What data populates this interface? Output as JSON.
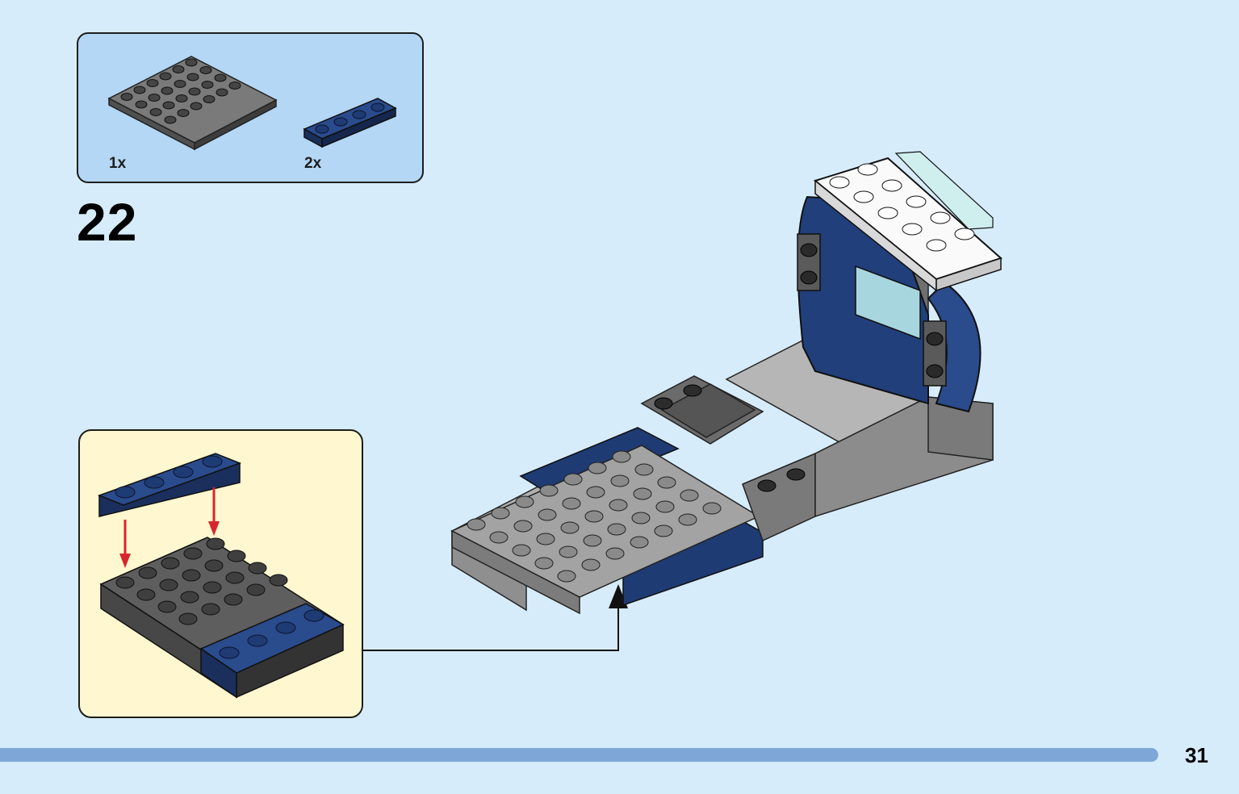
{
  "step": {
    "number": "22"
  },
  "parts": [
    {
      "quantity": "1x",
      "name": "dark-gray-plate-4x6",
      "color": "#6b6b6b"
    },
    {
      "quantity": "2x",
      "name": "dark-blue-plate-1x4",
      "color": "#1f3b73"
    }
  ],
  "page": {
    "number": "31",
    "progress": 0.935
  },
  "colors": {
    "background": "#d7ecfb",
    "parts_box": "#b3d7f5",
    "submodel_box": "#fff7cf",
    "progress": "#7ea7d8",
    "arrow_red": "#d7262e",
    "dark_blue": "#1f3b73",
    "dark_gray": "#6b6b6b",
    "light_gray": "#a3a3a3"
  }
}
